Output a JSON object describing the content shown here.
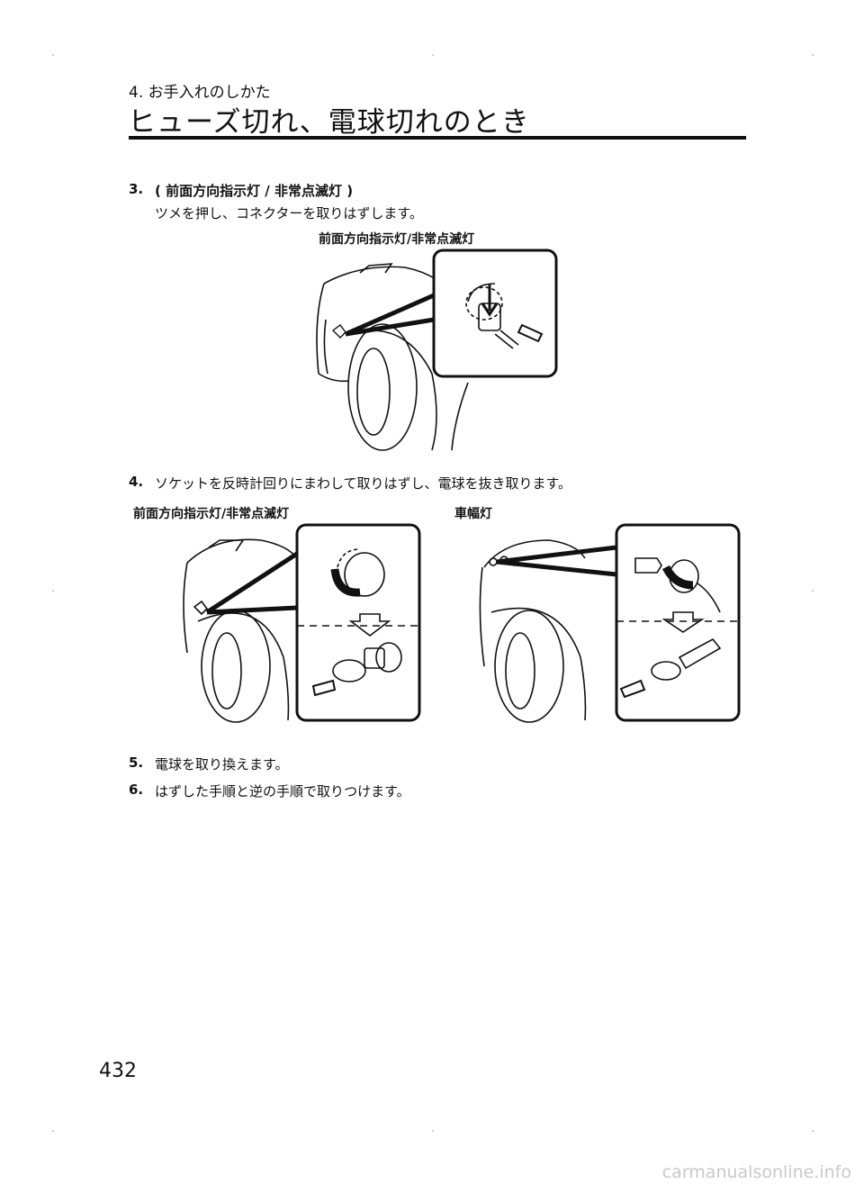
{
  "header": {
    "section": "4. お手入れのしかた",
    "title": "ヒューズ切れ、電球切れのとき"
  },
  "steps": [
    {
      "num": "3.",
      "heading": "( 前面方向指示灯 / 非常点滅灯 )",
      "text": "ツメを押し、コネクターを取りはずします。"
    },
    {
      "num": "4.",
      "text": "ソケットを反時計回りにまわして取りはずし、電球を抜き取ります。"
    },
    {
      "num": "5.",
      "text": "電球を取り換えます。"
    },
    {
      "num": "6.",
      "text": "はずした手順と逆の手順で取りつけます。"
    }
  ],
  "figures": {
    "fig1_caption": "前面方向指示灯/非常点滅灯",
    "fig2_caption": "前面方向指示灯/非常点滅灯",
    "fig3_caption": "車幅灯"
  },
  "page_number": "432",
  "footer": "carmanualsonline.info"
}
